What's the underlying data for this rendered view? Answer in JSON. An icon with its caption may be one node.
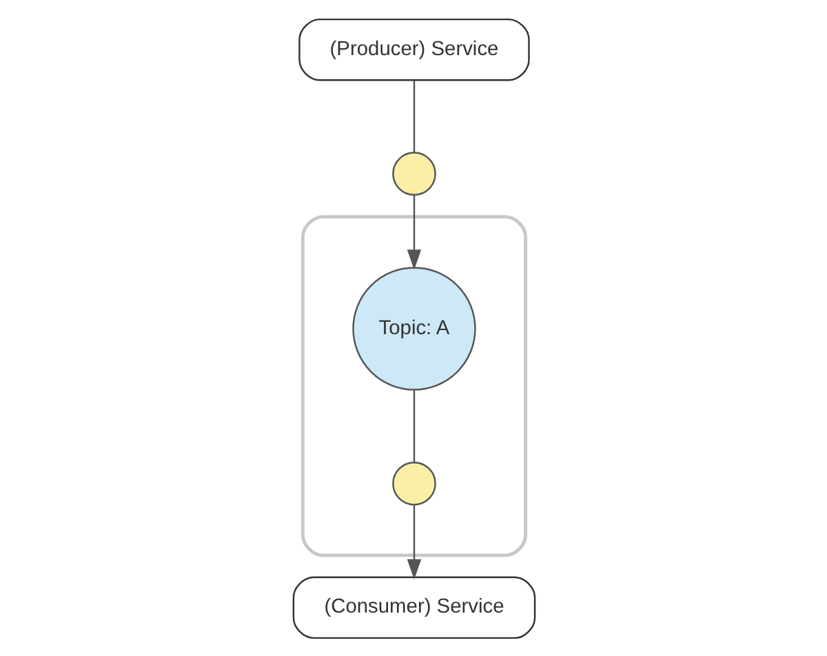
{
  "diagram": {
    "nodes": [
      {
        "text": [],
        "shape": "cloud"
      },
      {
        "text": [
          "Topic: A"
        ],
        "in": 0
      },
      {
        "text": [],
        "shape": "circle"
      },
      {
        "text": [],
        "shape": "circle",
        "in": 0
      },
      {
        "text": [
          "(Producer) Service"
        ]
      },
      {
        "text": [
          "(Consumer) Service"
        ]
      }
    ],
    "edges": [
      {
        "from": 4,
        "to": 2,
        "arrow": "none"
      },
      {
        "from": 2,
        "to": 1,
        "arrow": "to"
      },
      {
        "from": 1,
        "to": 3,
        "arrow": "none"
      },
      {
        "from": 3,
        "to": 5,
        "arrow": "to"
      }
    ]
  }
}
